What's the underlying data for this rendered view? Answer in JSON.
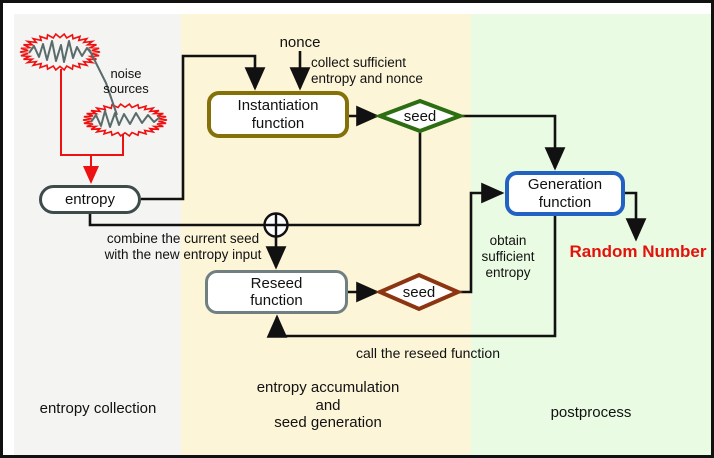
{
  "diagram": {
    "sections": {
      "entropy_collection": {
        "label": "entropy collection"
      },
      "entropy_accumulation": {
        "label": "entropy accumulation\nand\nseed generation"
      },
      "postprocess": {
        "label": "postprocess"
      }
    },
    "nodes": {
      "noise_sources": {
        "label": "noise\nsources"
      },
      "entropy": {
        "label": "entropy"
      },
      "nonce": {
        "label": "nonce"
      },
      "instantiation": {
        "label": "Instantiation\nfunction"
      },
      "seed_after_instantiation": {
        "label": "seed"
      },
      "reseed": {
        "label": "Reseed\nfunction"
      },
      "seed_after_reseed": {
        "label": "seed"
      },
      "generation": {
        "label": "Generation\nfunction"
      },
      "random_number": {
        "label": "Random Number"
      }
    },
    "annotations": {
      "collect": {
        "label": "collect sufficient\nentropy and nonce"
      },
      "combine": {
        "label": "combine the current seed\nwith the new entropy input"
      },
      "obtain": {
        "label": "obtain\nsufficient\nentropy"
      },
      "call_reseed": {
        "label": "call the reseed function"
      }
    },
    "colors": {
      "section_gray": "#f4f4f2",
      "section_yellow": "#fcf5d8",
      "section_green": "#eafbe3",
      "entropy_box_border": "#3d4b4b",
      "instantiation_border": "#847108",
      "reseed_border": "#708080",
      "generation_border": "#2262c2",
      "seed_instantiation_diamond": "#2d6e12",
      "seed_reseed_diamond": "#8c3510",
      "noise_red": "#ee1111",
      "random_number_red": "#e3120b",
      "line_black": "#111111"
    }
  }
}
